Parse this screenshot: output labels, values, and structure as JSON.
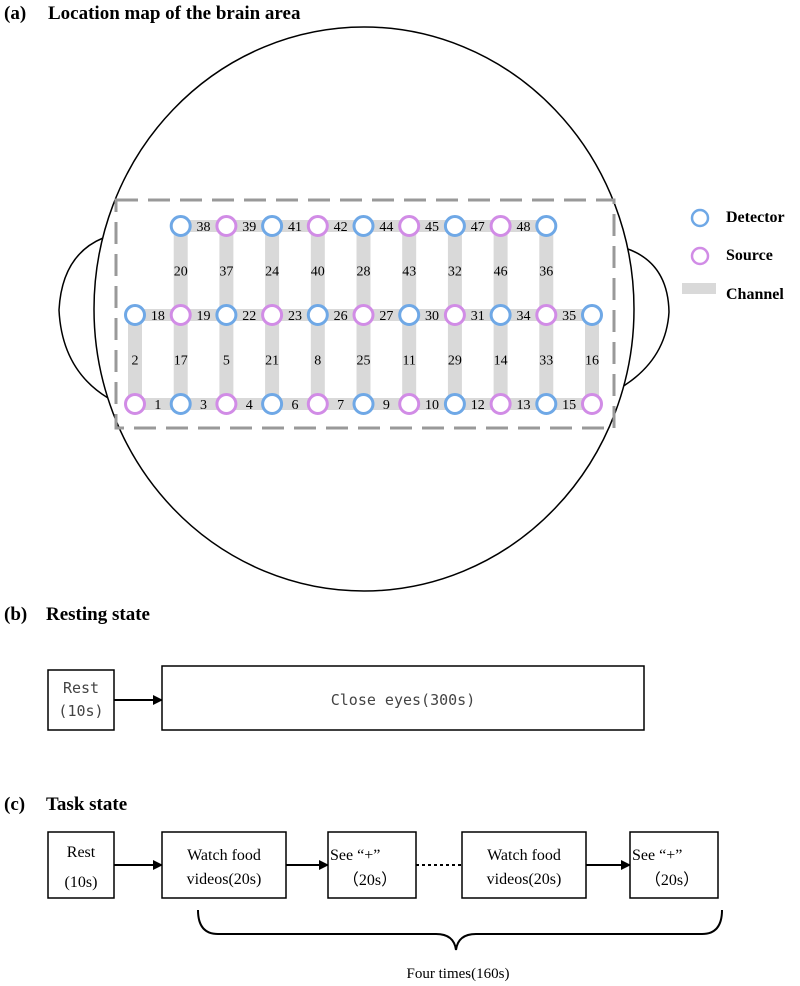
{
  "panel_a": {
    "label": "(a)",
    "title": "Location map of the brain area",
    "legend": {
      "detector": "Detector",
      "source": "Source",
      "channel": "Channel"
    },
    "colors": {
      "detector": "#6fa8e6",
      "source": "#d18ce6",
      "channel": "#d9d9d9",
      "dash": "#999999"
    },
    "rows": {
      "top": {
        "optodes": [
          "D",
          "S",
          "D",
          "S",
          "D",
          "S",
          "D",
          "S",
          "D"
        ],
        "labels": [
          "38",
          "39",
          "41",
          "42",
          "44",
          "45",
          "47",
          "48"
        ]
      },
      "middle": {
        "optodes": [
          "D",
          "S",
          "D",
          "S",
          "D",
          "S",
          "D",
          "S",
          "D",
          "S",
          "D"
        ],
        "labels": [
          "18",
          "19",
          "22",
          "23",
          "26",
          "27",
          "30",
          "31",
          "34",
          "35"
        ]
      },
      "bottom": {
        "optodes": [
          "S",
          "D",
          "S",
          "D",
          "S",
          "D",
          "S",
          "D",
          "S",
          "D",
          "S"
        ],
        "labels": [
          "1",
          "3",
          "4",
          "6",
          "7",
          "9",
          "10",
          "12",
          "13",
          "15"
        ]
      },
      "upper_vertical_labels": [
        "20",
        "37",
        "24",
        "40",
        "28",
        "43",
        "32",
        "46",
        "36"
      ],
      "lower_vertical_labels": [
        "2",
        "17",
        "5",
        "21",
        "8",
        "25",
        "11",
        "29",
        "14",
        "33",
        "16"
      ]
    }
  },
  "panel_b": {
    "label": "(b)",
    "title": "Resting state",
    "rest_line1": "Rest",
    "rest_line2": "(10s)",
    "close_eyes": "Close eyes(300s)"
  },
  "panel_c": {
    "label": "(c)",
    "title": "Task state",
    "rest_line1": "Rest",
    "rest_line2": "(10s)",
    "watch1_line1": "Watch food",
    "watch1_line2": "videos(20s)",
    "see1_line1": "See “+”",
    "see1_line2": "（20s）",
    "watch2_line1": "Watch food",
    "watch2_line2": "videos(20s)",
    "see2_line1": "See “+”",
    "see2_line2": "（20s）",
    "brace_label": "Four times(160s)"
  }
}
